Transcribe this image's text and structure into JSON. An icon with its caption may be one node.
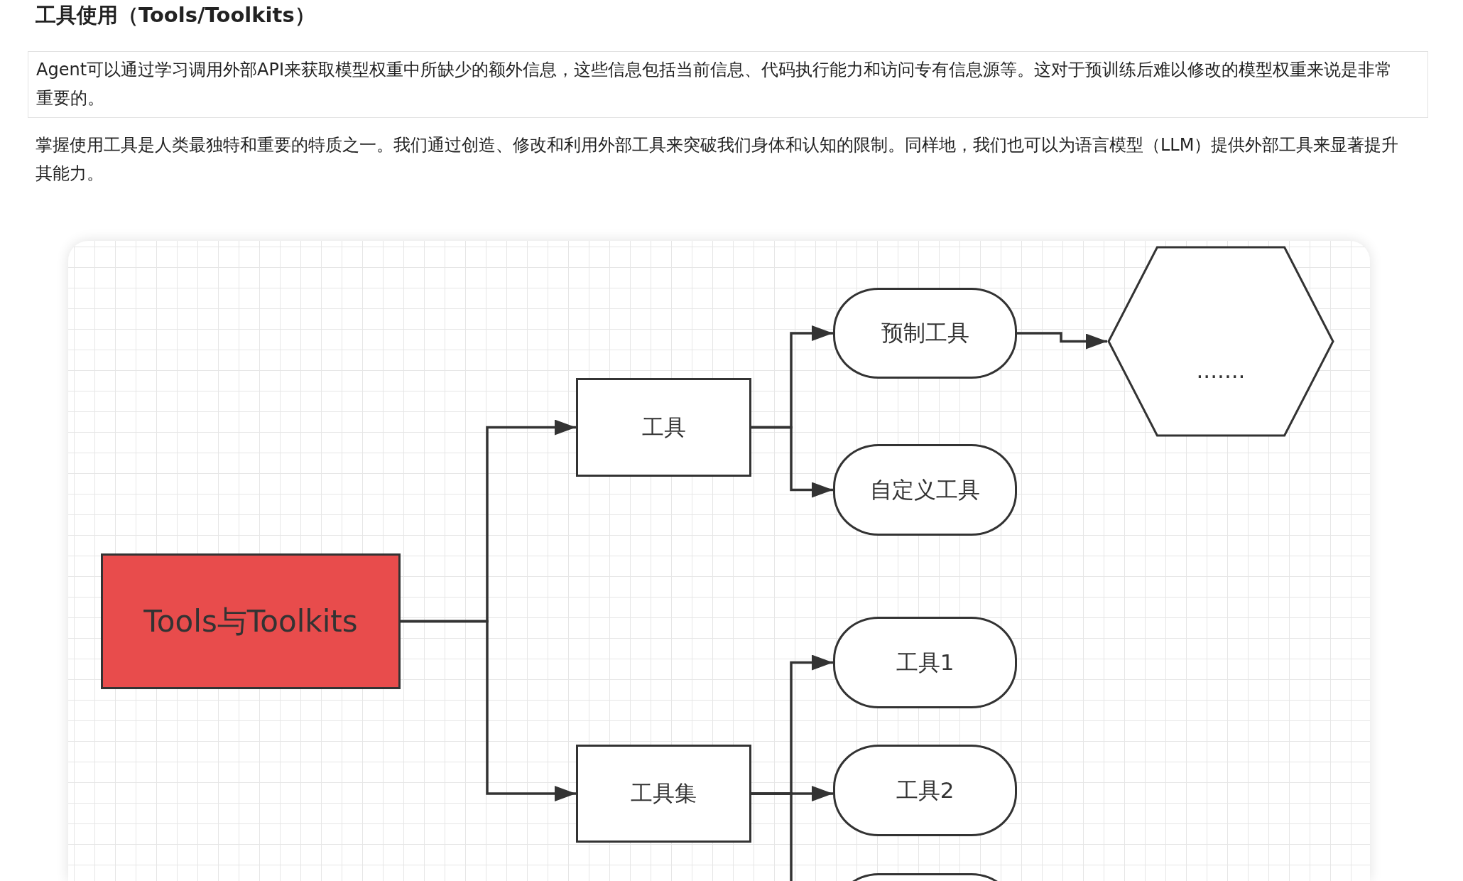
{
  "diagram": {
    "title": "工具使用（Tools/Toolkits）",
    "nodes": [
      {
        "text": [
          "Tools与Toolkits"
        ]
      },
      {
        "text": [
          "工具"
        ]
      },
      {
        "text": [
          "预制工具"
        ]
      },
      {
        "text": [
          "......."
        ]
      },
      {
        "text": [
          "自定义工具"
        ]
      },
      {
        "text": [
          "工具集"
        ]
      },
      {
        "text": [
          "工具1"
        ]
      },
      {
        "text": [
          "工具2"
        ]
      },
      {
        "text": [],
        "shape": "box"
      }
    ],
    "edges": [
      {
        "from": 0,
        "to": 1,
        "arrow": "to"
      },
      {
        "from": 0,
        "to": 5,
        "arrow": "to"
      },
      {
        "from": 1,
        "to": 2,
        "arrow": "to"
      },
      {
        "from": 1,
        "to": 4,
        "arrow": "to"
      },
      {
        "from": 2,
        "to": 3,
        "arrow": "to"
      },
      {
        "from": 5,
        "to": 6,
        "arrow": "to"
      },
      {
        "from": 5,
        "to": 7,
        "arrow": "to"
      },
      {
        "from": 5,
        "to": 8,
        "arrow": "to"
      }
    ],
    "labels": [
      "Agent可以通过学习调用外部API来获取模型权重中所缺少的额外信息，这些信息包括当前信息、代码执行能力和访问专有信息源等。这对于预训练后难以修改的模型权重来说是非常重要的。",
      "掌握使用工具是人类最独特和重要的特质之一。我们通过创造、修改和利用外部工具来突破我们身体和认知的限制。同样地，我们也可以为语言模型（LLM）提供外部工具来显著提升其能力。"
    ]
  }
}
